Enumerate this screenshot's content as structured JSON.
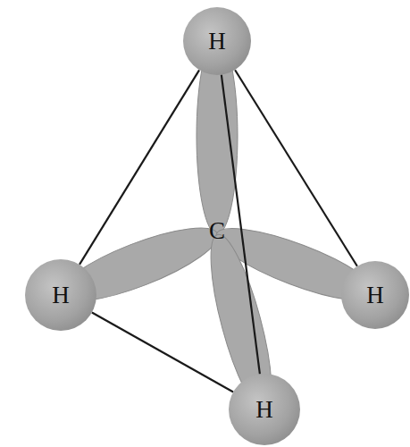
{
  "diagram": {
    "nodes": [
      {
        "text": [
          "H"
        ]
      },
      {
        "text": [
          "H"
        ]
      },
      {
        "text": [
          "H"
        ]
      },
      {
        "text": [
          "H"
        ]
      }
    ],
    "edges": [
      {
        "from": 0,
        "to": 1,
        "arrow": "none"
      },
      {
        "from": 0,
        "to": 2,
        "arrow": "none"
      },
      {
        "from": 0,
        "to": 3,
        "arrow": "none"
      },
      {
        "from": 1,
        "to": 3,
        "arrow": "none"
      }
    ],
    "labels": [
      "C"
    ]
  }
}
